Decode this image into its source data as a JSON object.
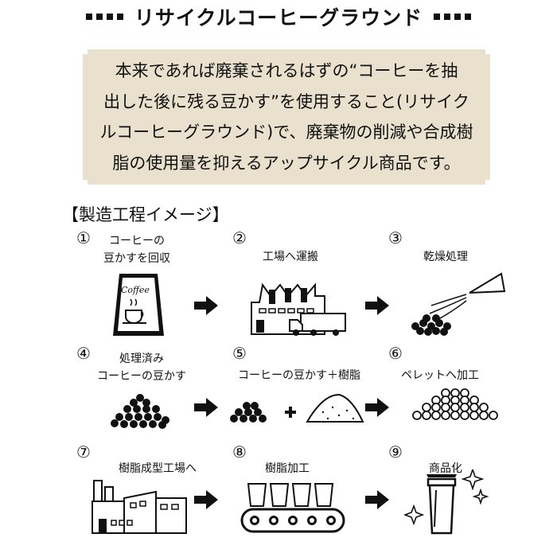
{
  "header": {
    "title": "リサイクルコーヒーグラウンド"
  },
  "intro": {
    "text": "本来であれば廃棄されるはずの“コーヒーを抽\n出した後に残る豆かす”を使用すること(リサイク\nルコーヒーグラウンド)で、廃棄物の削減や合成樹\n脂の使用量を抑えるアップサイクル商品です。"
  },
  "process": {
    "title": "【製造工程イメージ】",
    "steps": [
      {
        "num": "①",
        "label": "コーヒーの\n豆かすを回収"
      },
      {
        "num": "②",
        "label": "工場へ運搬"
      },
      {
        "num": "③",
        "label": "乾燥処理"
      },
      {
        "num": "④",
        "label": "処理済み\nコーヒーの豆かす"
      },
      {
        "num": "⑤",
        "label": "コーヒーの豆かす＋樹脂"
      },
      {
        "num": "⑥",
        "label": "ペレットへ加工"
      },
      {
        "num": "⑦",
        "label": "樹脂成型工場へ"
      },
      {
        "num": "⑧",
        "label": "樹脂加工"
      },
      {
        "num": "⑨",
        "label": "商品化"
      }
    ],
    "sign_text": "Coffee"
  },
  "colors": {
    "box_bg": "#e9e1ce",
    "ink": "#111111"
  }
}
